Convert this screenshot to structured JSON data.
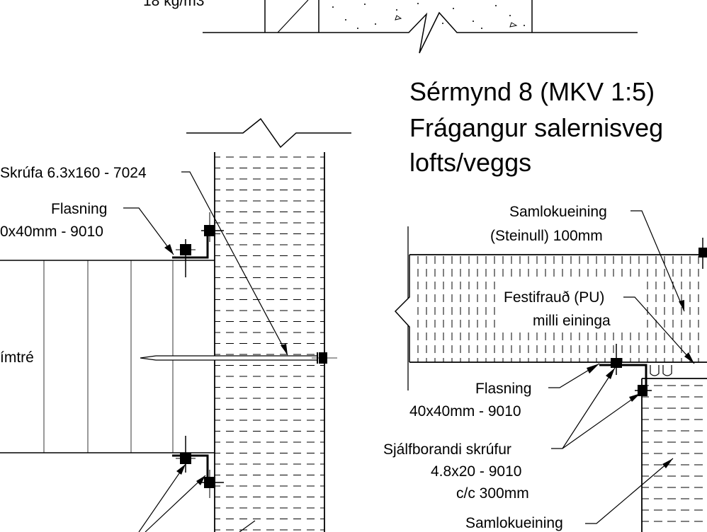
{
  "title": {
    "line1": "Sérmynd 8 (MKV 1:5)",
    "line2": "Frágangur salernisveg",
    "line3": "lofts/veggs"
  },
  "top_fragment": {
    "density": "18 kg/m3"
  },
  "left_detail": {
    "screw_label": "Skrúfa 6.3x160 - 7024",
    "flashing_line1": "Flasning",
    "flashing_line2": "0x40mm - 9010",
    "timber_label": "ímtré"
  },
  "right_detail": {
    "panel_line1": "Samlokueining",
    "panel_line2": "(Steinull) 100mm",
    "foam_line1": "Festifrauð (PU)",
    "foam_line2": "milli eininga",
    "flashing_line1": "Flasning",
    "flashing_line2": "40x40mm - 9010",
    "screws_line1": "Sjálfborandi skrúfur",
    "screws_line2": "4.8x20 - 9010",
    "screws_line3": "c/c 300mm",
    "panel2_line1": "Samlokueining"
  }
}
